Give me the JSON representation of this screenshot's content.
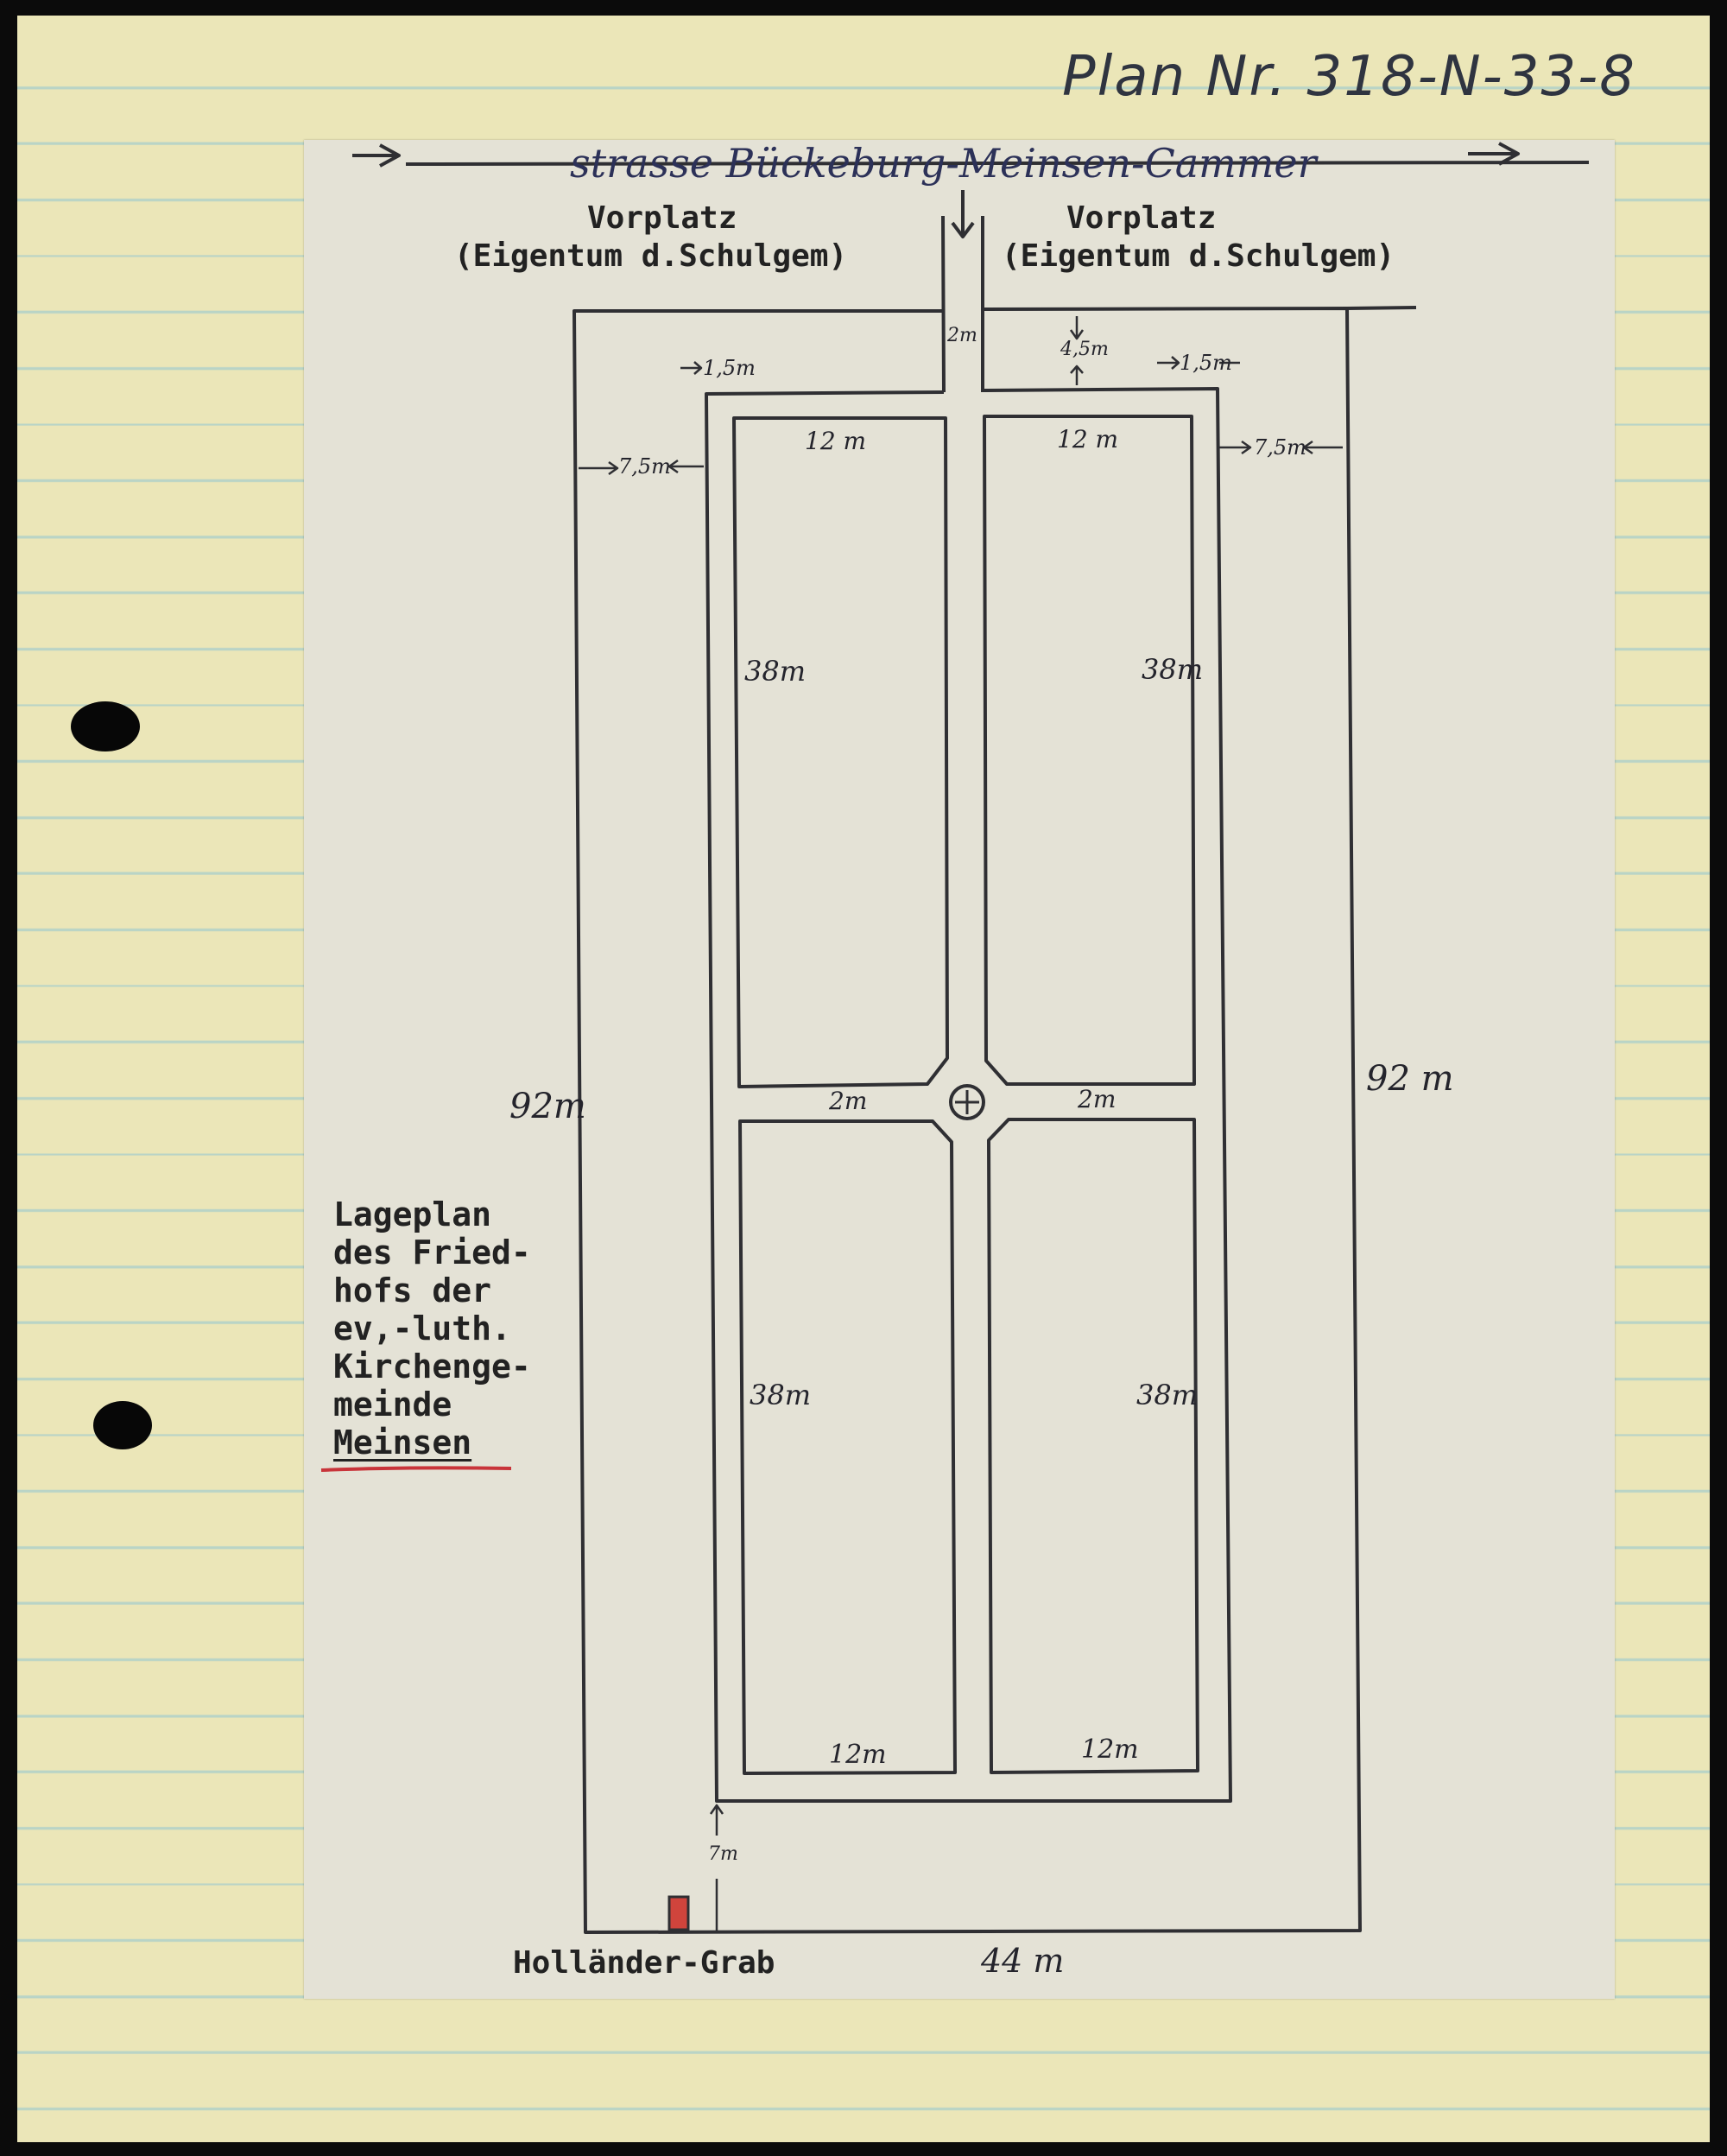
{
  "plan_number": "Plan Nr. 318-N-33-8",
  "street": "strasse Bückeburg-Meinsen-Cammer",
  "vorplatz_left": {
    "title": "Vorplatz",
    "owner": "(Eigentum d.Schulgem)"
  },
  "vorplatz_right": {
    "title": "Vorplatz",
    "owner": "(Eigentum d.Schulgem)"
  },
  "legend": {
    "lines": [
      "Lageplan",
      "des Fried-",
      "hofs der",
      "ev,-luth.",
      "Kirchenge-",
      "meinde"
    ],
    "place": "Meinsen"
  },
  "grave_label": "Holländer-Grab",
  "dimensions": {
    "path_width_top": "2m",
    "front_gap": "4,5m",
    "margin_top_left": "1,5m",
    "margin_top_right": "1,5m",
    "side_left": "7,5m",
    "side_right": "7,5m",
    "field_tl_width": "12 m",
    "field_tr_width": "12 m",
    "field_tl_height": "38m",
    "field_tr_height": "38m",
    "cross_path_left": "2m",
    "cross_path_right": "2m",
    "field_bl_height": "38m",
    "field_br_height": "38m",
    "field_bl_width": "12m",
    "field_br_width": "12m",
    "back_gap": "7m",
    "total_left": "92m",
    "total_right": "92 m",
    "total_width": "44 m"
  },
  "colors": {
    "ink": "#2a2a2e",
    "red_underline": "#c8343a",
    "grave_red": "#d0443c"
  }
}
